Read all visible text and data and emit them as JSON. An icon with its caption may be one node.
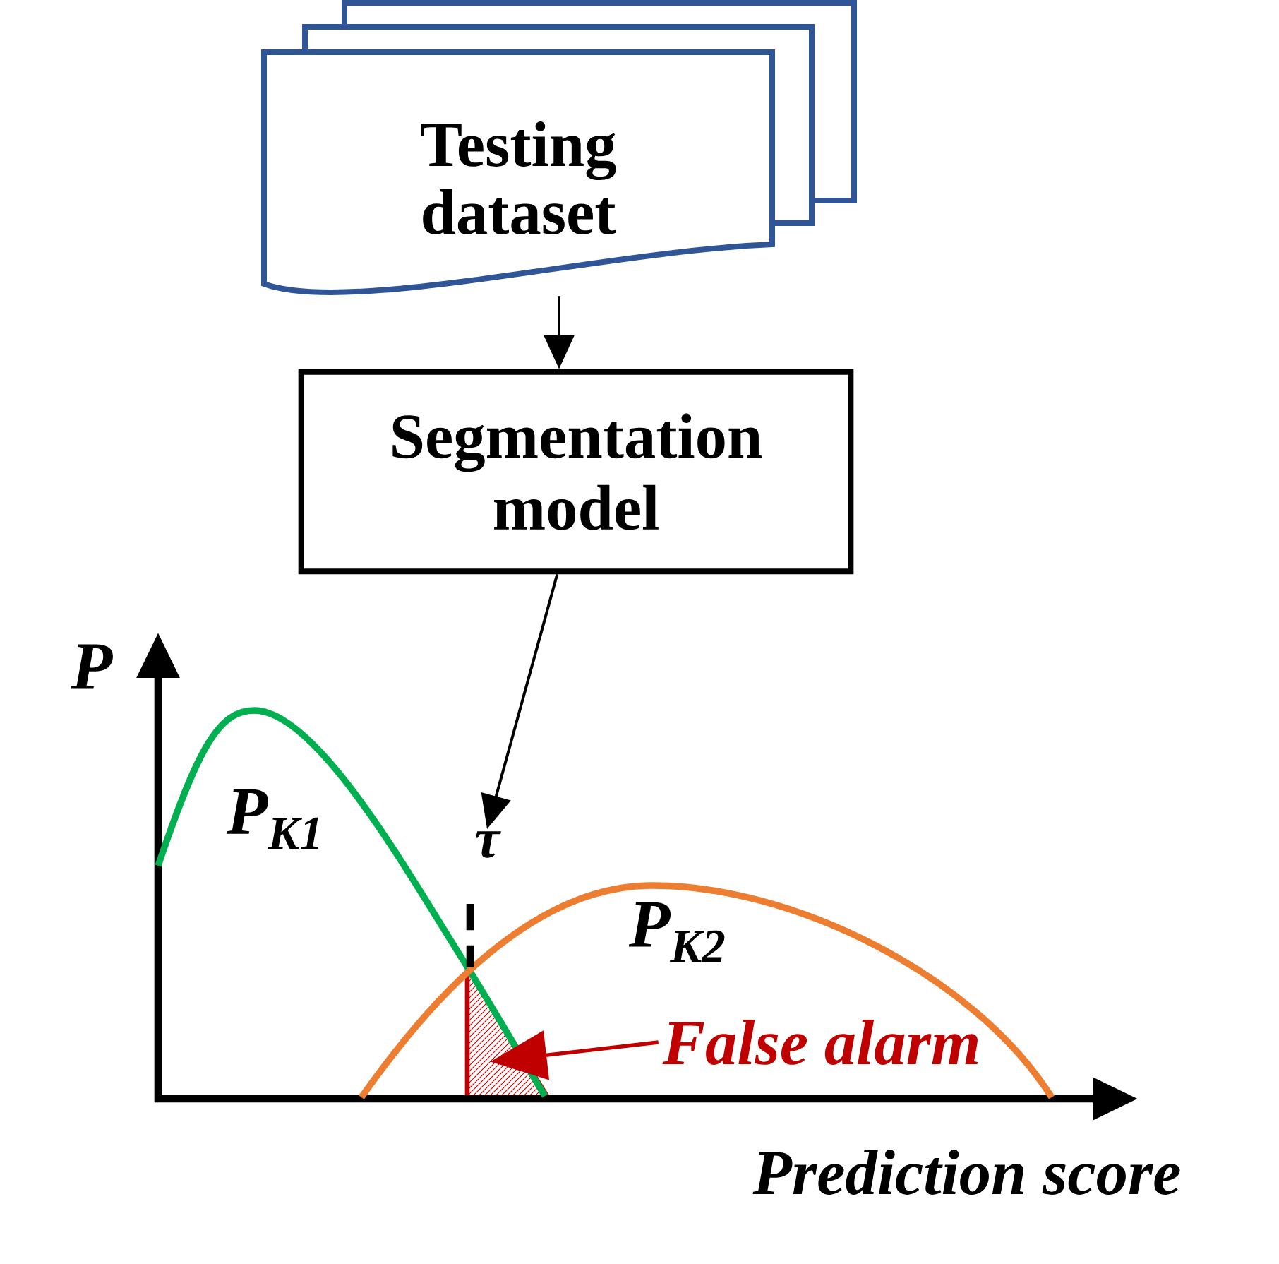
{
  "diagram": {
    "nodes": [
      {
        "text": [
          "Testing dataset"
        ]
      },
      {
        "text": [
          "Segmentation model"
        ]
      },
      {
        "text": [
          "τ"
        ]
      },
      {
        "text": [
          "False alarm"
        ]
      },
      {
        "text": [],
        "shape": "triangle"
      }
    ],
    "edges": [
      {
        "from": 0,
        "to": 1,
        "arrow": "to"
      },
      {
        "from": 1,
        "to": 2,
        "arrow": "to"
      },
      {
        "from": 3,
        "to": 4,
        "arrow": "to",
        "color": "#c00000"
      }
    ],
    "labels": [
      "P",
      "P$_{K1}$",
      "P$_{K2}$",
      "Prediction score"
    ]
  }
}
